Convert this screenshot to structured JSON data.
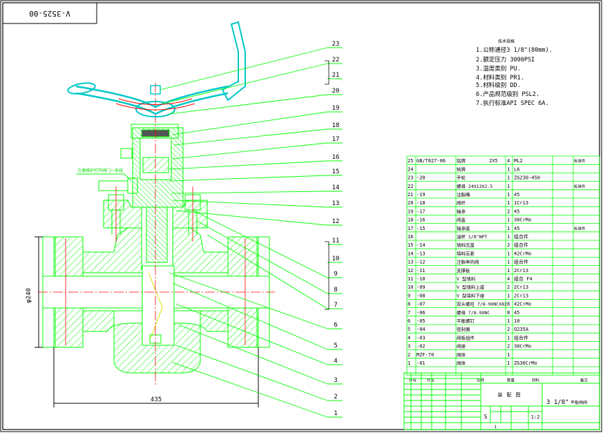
{
  "colors": {
    "background": "#ffffff",
    "frame": "#000000",
    "part_outline": "#00ff00",
    "hatch": "#00ff00",
    "center_line": "#ff0000",
    "handwheel": "#00c8c8",
    "leader": "#00ff00",
    "table_grid": "#00ff00",
    "table_text": "#000000",
    "annotation": "#00dd00"
  },
  "drawing_number": "V-3525-00",
  "tech_notes": {
    "title": "技术规格",
    "lines": [
      "1.公称通径3 1/8\"(80mm).",
      "2.额定压力 3000PSI",
      "3.温度类别 PU.",
      "4.材料类别 PR1.",
      "5.材料级别 DD.",
      "6.产品规范级别 PSL2.",
      "7.执行标准API SPEC 6A."
    ]
  },
  "callouts": [
    "1",
    "2",
    "3",
    "4",
    "5",
    "6",
    "7",
    "8",
    "9",
    "10",
    "11",
    "12",
    "13",
    "14",
    "15",
    "16",
    "17",
    "18",
    "19",
    "20",
    "21",
    "22",
    "23"
  ],
  "side_note": "方便维护打开阀门一条线",
  "dimensions": {
    "height": "φ240",
    "width": "435"
  },
  "bom": [
    {
      "no": "25",
      "code": "GB/T827-86",
      "name": "铭牌",
      "spec": "2X5",
      "qty": "4",
      "material": "ML2",
      "note": "标准件"
    },
    {
      "no": "24",
      "code": "",
      "name": "铭牌",
      "spec": "",
      "qty": "1",
      "material": "L6",
      "note": ""
    },
    {
      "no": "23",
      "code": "-20",
      "name": "手轮",
      "spec": "",
      "qty": "1",
      "material": "ZG230-450",
      "note": ""
    },
    {
      "no": "22",
      "code": "",
      "name": "螺母 24X13X2.5",
      "spec": "",
      "qty": "1",
      "material": "",
      "note": "标准件"
    },
    {
      "no": "21",
      "code": "-19",
      "name": "注脂嘴",
      "spec": "",
      "qty": "1",
      "material": "45",
      "note": ""
    },
    {
      "no": "20",
      "code": "-18",
      "name": "阀杆",
      "spec": "",
      "qty": "1",
      "material": "1Cr13",
      "note": ""
    },
    {
      "no": "19",
      "code": "-17",
      "name": "轴承",
      "spec": "",
      "qty": "2",
      "material": "45",
      "note": ""
    },
    {
      "no": "18",
      "code": "-16",
      "name": "阀盖",
      "spec": "",
      "qty": "1",
      "material": "30CrMo",
      "note": ""
    },
    {
      "no": "17",
      "code": "-15",
      "name": "轴承座",
      "spec": "",
      "qty": "1",
      "material": "45",
      "note": "标准件"
    },
    {
      "no": "16",
      "code": "",
      "name": "油杯 1/8\"NPT",
      "spec": "",
      "qty": "1",
      "material": "组合件",
      "note": ""
    },
    {
      "no": "15",
      "code": "-14",
      "name": "填料压盖",
      "spec": "",
      "qty": "2",
      "material": "组合件",
      "note": ""
    },
    {
      "no": "14",
      "code": "-13",
      "name": "填料压套",
      "spec": "",
      "qty": "1",
      "material": "42CrMo",
      "note": ""
    },
    {
      "no": "13",
      "code": "-12",
      "name": "注脂单向阀",
      "spec": "",
      "qty": "1",
      "material": "组合件",
      "note": ""
    },
    {
      "no": "12",
      "code": "-11",
      "name": "支撑板",
      "spec": "",
      "qty": "1",
      "material": "2Cr13",
      "note": ""
    },
    {
      "no": "11",
      "code": "-10",
      "name": "V 型填料",
      "spec": "",
      "qty": "4",
      "material": "组合 F4",
      "note": ""
    },
    {
      "no": "10",
      "code": "-09",
      "name": "V 型填料上座",
      "spec": "",
      "qty": "2",
      "material": "2Cr13",
      "note": ""
    },
    {
      "no": "9",
      "code": "-08",
      "name": "V 型填料下座",
      "spec": "",
      "qty": "1",
      "material": "2Cr13",
      "note": ""
    },
    {
      "no": "8",
      "code": "-07",
      "name": "双头螺柱 7/8-9UNCX82",
      "spec": "",
      "qty": "8",
      "material": "42CrMo",
      "note": ""
    },
    {
      "no": "7",
      "code": "-06",
      "name": "螺母 7/8-9UNC",
      "spec": "",
      "qty": "8",
      "material": "45",
      "note": ""
    },
    {
      "no": "6",
      "code": "-05",
      "name": "平衡螺钉",
      "spec": "",
      "qty": "1",
      "material": "10",
      "note": ""
    },
    {
      "no": "5",
      "code": "-04",
      "name": "密封圈",
      "spec": "",
      "qty": "2",
      "material": "Q235A",
      "note": ""
    },
    {
      "no": "4",
      "code": "-03",
      "name": "阀板组件",
      "spec": "",
      "qty": "1",
      "material": "组合件",
      "note": ""
    },
    {
      "no": "3",
      "code": "-02",
      "name": "阀座",
      "spec": "",
      "qty": "2",
      "material": "30CrMo",
      "note": ""
    },
    {
      "no": "2",
      "code": "MZF-70",
      "name": "阀体",
      "spec": "",
      "qty": "1",
      "material": "",
      "note": ""
    },
    {
      "no": "1",
      "code": "-01",
      "name": "阀体",
      "spec": "",
      "qty": "1",
      "material": "ZG30CrMo",
      "note": ""
    }
  ],
  "bom_header": {
    "no": "序号",
    "code": "代号",
    "name": "名称",
    "qty": "数量",
    "material": "材料",
    "note": "备注"
  },
  "title_block": {
    "assembly": "装配图",
    "spec": "3 1/8\"",
    "product": "平板闸阀",
    "scale": "1:2",
    "stage": "S",
    "sheet": "1"
  }
}
